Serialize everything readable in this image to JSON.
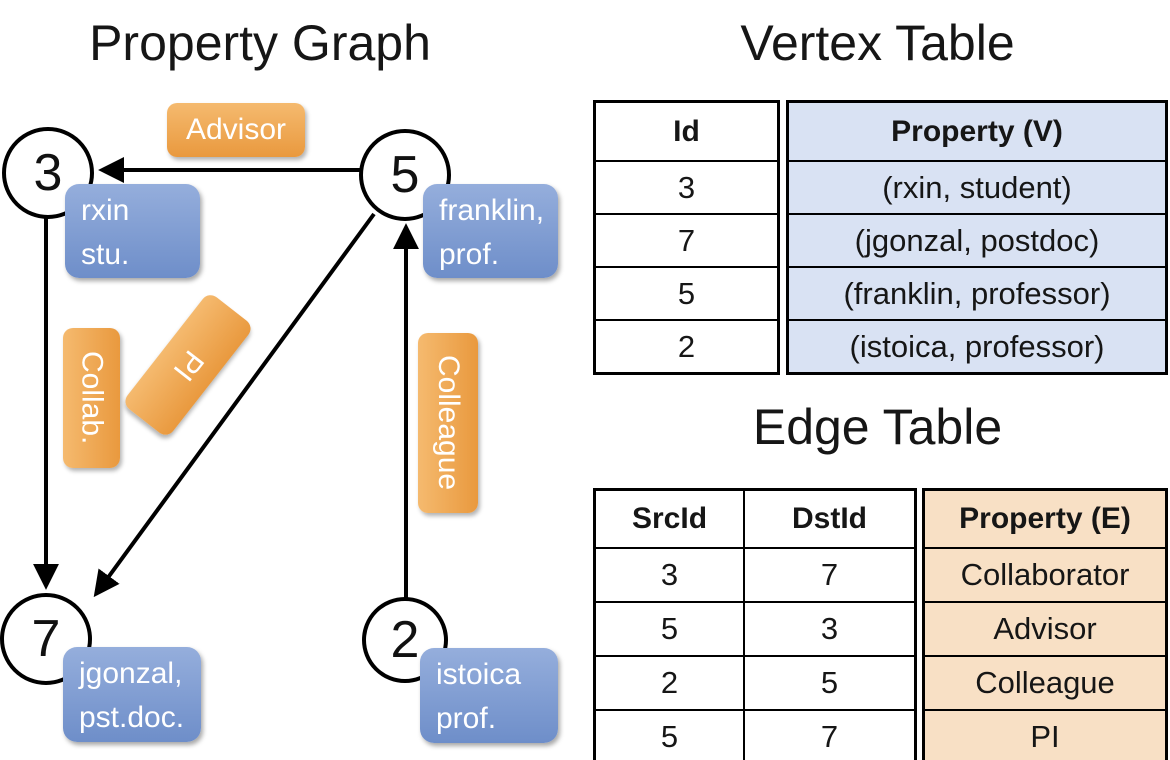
{
  "graph": {
    "title": "Property Graph",
    "vertices": [
      {
        "id": "3",
        "label": [
          "rxin",
          "stu."
        ]
      },
      {
        "id": "5",
        "label": [
          "franklin,",
          "prof."
        ]
      },
      {
        "id": "7",
        "label": [
          "jgonzal,",
          "pst.doc."
        ]
      },
      {
        "id": "2",
        "label": [
          "istoica",
          "prof."
        ]
      }
    ],
    "edges": [
      {
        "src": "5",
        "dst": "3",
        "label": "Advisor"
      },
      {
        "src": "3",
        "dst": "7",
        "label": "Collab."
      },
      {
        "src": "5",
        "dst": "7",
        "label": "PI"
      },
      {
        "src": "2",
        "dst": "5",
        "label": "Colleague"
      }
    ]
  },
  "vertex_table": {
    "title": "Vertex Table",
    "columns": [
      "Id",
      "Property (V)"
    ],
    "rows": [
      [
        "3",
        "(rxin, student)"
      ],
      [
        "7",
        "(jgonzal, postdoc)"
      ],
      [
        "5",
        "(franklin, professor)"
      ],
      [
        "2",
        "(istoica, professor)"
      ]
    ]
  },
  "edge_table": {
    "title": "Edge Table",
    "columns": [
      "SrcId",
      "DstId",
      "Property (E)"
    ],
    "rows": [
      [
        "3",
        "7",
        "Collaborator"
      ],
      [
        "5",
        "3",
        "Advisor"
      ],
      [
        "2",
        "5",
        "Colleague"
      ],
      [
        "5",
        "7",
        "PI"
      ]
    ]
  },
  "colors": {
    "edge_label_orange": "#E9993E",
    "vertex_label_blue": "#6E8EC9",
    "vertex_table_fill": "#D9E2F3",
    "edge_table_fill": "#F8E0C5",
    "line_black": "#000000"
  }
}
